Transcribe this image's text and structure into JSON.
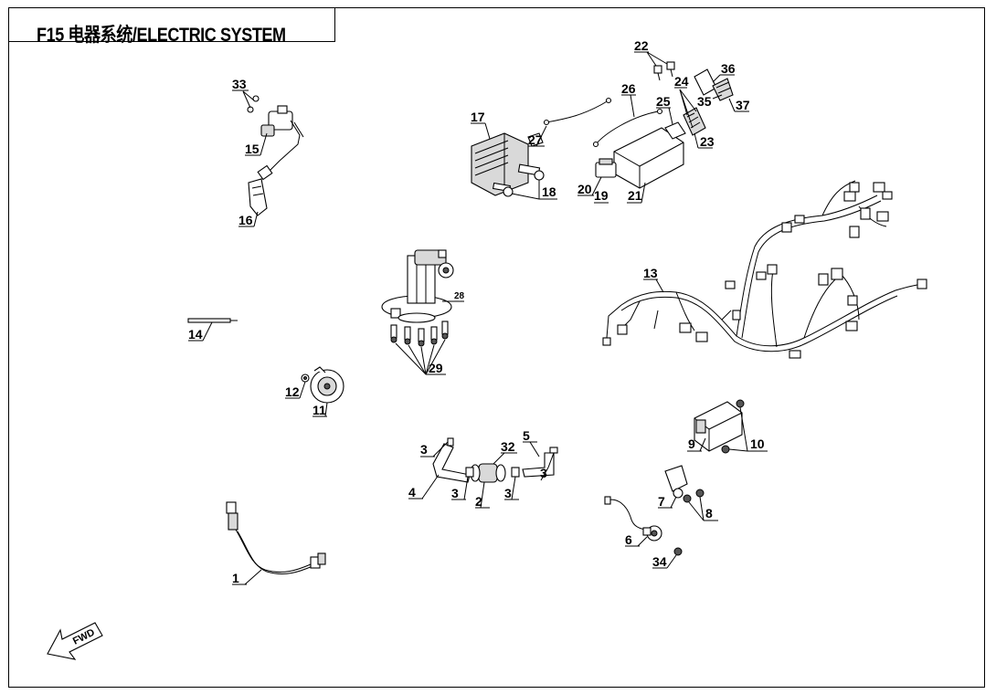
{
  "header": {
    "title": "F15  电器系统/ELECTRIC SYSTEM"
  },
  "callouts": {
    "c1": "1",
    "c2": "2",
    "c3a": "3",
    "c3b": "3",
    "c3c": "3",
    "c3d": "3",
    "c4": "4",
    "c5": "5",
    "c6": "6",
    "c7": "7",
    "c8": "8",
    "c9": "9",
    "c10": "10",
    "c11": "11",
    "c12": "12",
    "c13": "13",
    "c14": "14",
    "c15": "15",
    "c16": "16",
    "c17": "17",
    "c18": "18",
    "c19": "19",
    "c20": "20",
    "c21": "21",
    "c22": "22",
    "c23": "23",
    "c24": "24",
    "c25": "25",
    "c26": "26",
    "c27": "27",
    "c28": "28",
    "c29": "29",
    "c32": "32",
    "c33": "33",
    "c34": "34",
    "c35": "35",
    "c36": "36",
    "c37": "37"
  },
  "fwd_label": "FWD"
}
